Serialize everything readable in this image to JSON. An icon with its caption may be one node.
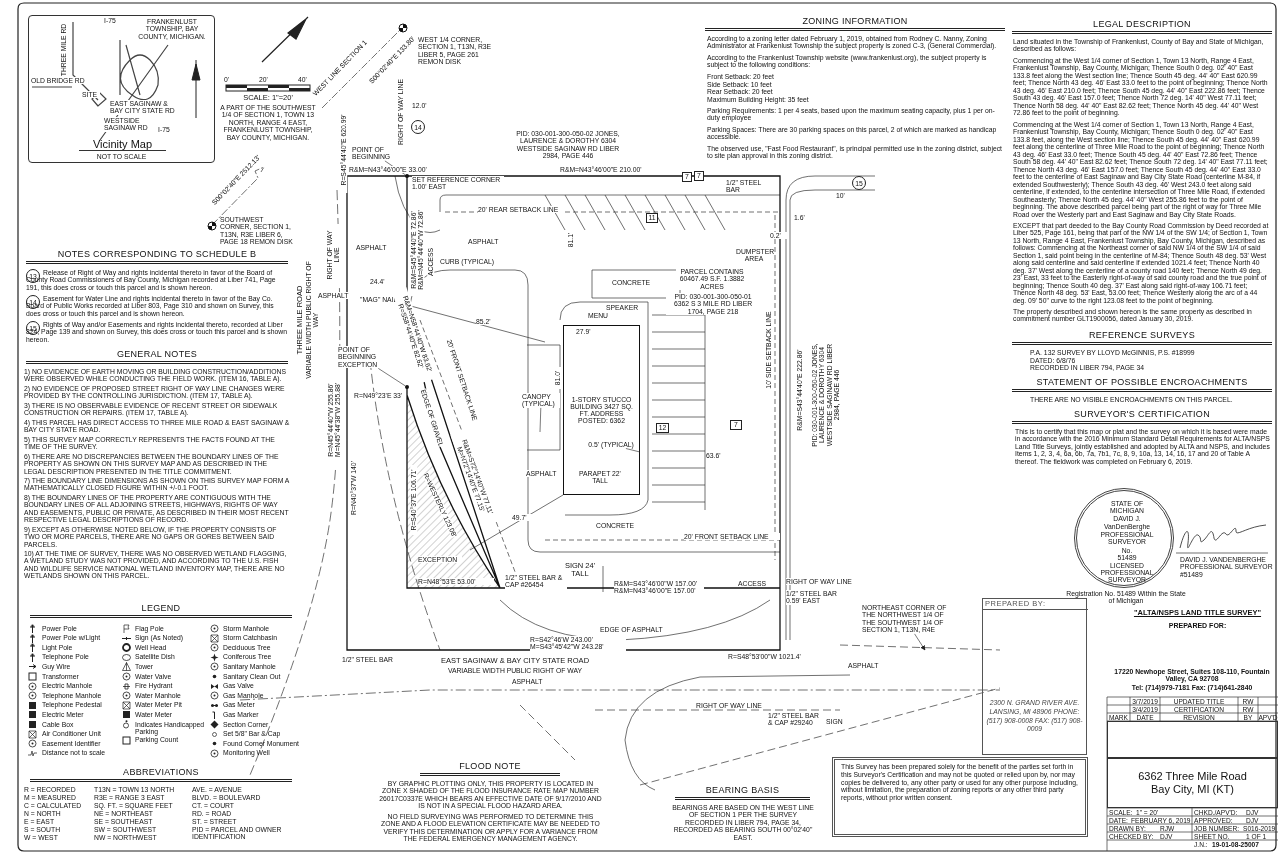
{
  "diagram": {
    "nodes": [
      {
        "text": [
          "Vicinity Map",
          "NOT TO SCALE"
        ]
      },
      {
        "text": [
          "13"
        ]
      },
      {
        "text": [
          "14"
        ]
      },
      {
        "text": [
          "15"
        ]
      },
      {
        "text": [
          "PREPARED BY:",
          "2300 N. GRAND RIVER AVE. LANSING, MI 48906 PHONE: (517) 908-0008 FAX: (517) 908-0009"
        ]
      },
      {
        "text": [
          "This Survey has been prepared solely for the benefit of the parties set forth in this Surveyor's Certification and may not be quoted or relied upon by, nor may copies be delivered to, any other party or used for any other purpose including, without limitation, the preparation of zoning reports or any other third party reports, without prior written consent."
        ]
      },
      {
        "text": [],
        "shape": "box"
      },
      {
        "text": [
          "6362 Three Mile Road Bay City, MI (KT)"
        ]
      },
      {
        "text": [
          "STATE OF MICHIGAN",
          "DAVID J.",
          "VanDenBerghe",
          "PROFESSIONAL SURVEYOR",
          "No.",
          "51489",
          "LICENSED PROFESSIONAL SURVEYOR"
        ]
      },
      {
        "text": [
          "1-STORY STUCCO BUILDING 3427 SQ. FT. ADDRESS POSTED: 6362"
        ]
      },
      {
        "text": [
          "11"
        ]
      },
      {
        "text": [
          "12"
        ]
      },
      {
        "text": [
          "7"
        ]
      },
      {
        "text": [
          "7"
        ]
      },
      {
        "text": [
          "7"
        ]
      },
      {
        "text": [
          "14"
        ]
      },
      {
        "text": [
          "15"
        ]
      },
      {
        "text": [
          "POINT OF BEGINNING"
        ]
      },
      {
        "text": [],
        "shape": "circle"
      },
      {
        "text": [
          "POINT OF BEGINNING EXCEPTION"
        ]
      },
      {
        "text": [],
        "shape": "circle"
      },
      {
        "text": [
          "0.5' (TYPICAL)"
        ],
        "in": 9
      },
      {
        "text": [
          "CANOPY (TYPICAL)"
        ]
      },
      {
        "text": [
          "NORTHEAST CORNER OF THE NORTHWEST 1/4 OF THE SOUTHWEST 1/4 OF SECTION 1, T13N, R4E"
        ]
      }
    ],
    "edges": [
      {
        "from": 17,
        "to": 18,
        "arrow": "none"
      },
      {
        "from": 19,
        "to": 20,
        "arrow": "none"
      },
      {
        "from": 21,
        "to": null,
        "arrow": "none"
      },
      {
        "from": 22,
        "to": null,
        "arrow": "none"
      },
      {
        "from": 23,
        "to": null,
        "arrow": "to"
      }
    ],
    "labels": [
      "FRANKENLUST TOWNSHIP, BAY COUNTY, MICHIGAN.",
      "I-75",
      "I-75",
      "THREE MILE RD",
      "OLD BRIDGE RD",
      "SITE",
      "EAST SAGINAW & BAY CITY STATE RD",
      "WESTSIDE SAGINAW RD",
      "0'",
      "20'",
      "40'",
      "SCALE: 1\"=20'",
      "A PART OF THE SOUTHWEST 1/4 OF SECTION 1, TOWN 13 NORTH, RANGE 4 EAST, FRANKENLUST TOWNSHIP, BAY COUNTY, MICHIGAN.",
      "NOTES CORRESPONDING TO SCHEDULE B",
      "Release of Right of Way and rights incidental thereto in favor of the Board of County Road Commissioners of Bay County, Michigan recorded at Liber 741, Page 191, this does cross or touch this parcel and is shown hereon.",
      "Easement for Water Line and rights incidental thereto in favor of the Bay Co. Board of Public Works recorded at Liber 803, Page 310 and shown on Survey, this does cross or touch this parcel and is shown hereon.",
      "Rights of Way and/or Easements and rights incidental thereto, recorded at Liber 824, Page 139 and shown on Survey, this does cross or touch this parcel and is shown hereon.",
      "GENERAL NOTES",
      "1) NO EVIDENCE OF EARTH MOVING OR BUILDING CONSTRUCTION/ADDITIONS WERE OBSERVED WHILE CONDUCTING THE FIELD WORK. (ITEM 16, TABLE A).",
      "2) NO EVIDENCE OF PROPOSED STREET RIGHT OF WAY LINE CHANGES WERE PROVIDED BY THE CONTROLLING JURISDICTION. (ITEM 17, TABLE A).",
      "3) THERE IS NO OBSERVABLE EVIDENCE OF RECENT STREET OR SIDEWALK CONSTRUCTION OR REPAIRS. (ITEM 17, TABLE A).",
      "4) THIS PARCEL HAS DIRECT ACCESS TO THREE MILE ROAD & EAST SAGINAW & BAY CITY STATE ROAD.",
      "5) THIS SURVEY MAP CORRECTLY REPRESENTS THE FACTS FOUND AT THE TIME OF THE SURVEY.",
      "6) THERE ARE NO DISCREPANCIES BETWEEN THE BOUNDARY LINES OF THE PROPERTY AS SHOWN ON THIS SURVEY MAP AND AS DESCRIBED IN THE LEGAL DESCRIPTION PRESENTED IN THE TITLE COMMITMENT.",
      "7) THE BOUNDARY LINE DIMENSIONS AS SHOWN ON THIS SURVEY MAP FORM A MATHEMATICALLY CLOSED FIGURE WITHIN +/-0.1 FOOT.",
      "8) THE BOUNDARY LINES OF THE PROPERTY ARE CONTIGUOUS WITH THE BOUNDARY LINES OF ALL ADJOINING STREETS, HIGHWAYS, RIGHTS OF WAY AND EASEMENTS, PUBLIC OR PRIVATE, AS DESCRIBED IN THEIR MOST RECENT RESPECTIVE LEGAL DESCRIPTIONS OF RECORD.",
      "9) EXCEPT AS OTHERWISE NOTED BELOW, IF THE PROPERTY CONSISTS OF TWO OR MORE PARCELS, THERE ARE NO GAPS OR GORES BETWEEN SAID PARCELS.",
      "10) AT THE TIME OF SURVEY, THERE WAS NO OBSERVED WETLAND FLAGGING, A WETLAND STUDY WAS NOT PROVIDED, AND ACCORDING TO THE U.S. FISH AND WILDLIFE SERVICE NATIONAL WETLAND INVENTORY MAP, THERE ARE NO WETLANDS SHOWN ON THIS PARCEL.",
      "LEGEND",
      "ABBREVIATIONS",
      "R = RECORDED",
      "T13N = TOWN 13 NORTH",
      "AVE. = AVENUE",
      "M = MEASURED",
      "R3E = RANGE 3 EAST",
      "BLVD. = BOULEVARD",
      "C = CALCULATED",
      "SQ. FT. = SQUARE FEET",
      "CT. = COURT",
      "N = NORTH",
      "NE = NORTHEAST",
      "RD. = ROAD",
      "E = EAST",
      "SE = SOUTHEAST",
      "ST. = STREET",
      "S = SOUTH",
      "SW = SOUTHWEST",
      "PID = PARCEL AND OWNER IDENTIFICATION",
      "W = WEST",
      "NW = NORTHWEST",
      "ZONING INFORMATION",
      "According to a zoning letter dated February 1, 2019, obtained from Rodney C. Nanny, Zoning Administrator at Frankenlust Township the subject property is zoned C-3, (General Commercial).",
      "According to the Frankenlust Township website (www.frankenlust.org), the subject property is subject to the following conditions:",
      "Front Setback: 20 feet",
      "Side Setback: 10 feet",
      "Rear Setback: 20 feet",
      "Maximum Building Height: 35 feet",
      "Parking Requirements: 1 per 4 seats, based upon the maximum seating capacity, plus 1 per on-duty employee",
      "Parking Spaces: There are 30 parking spaces on this parcel, 2 of which are marked as handicap accessible.",
      "The observed use, \"Fast Food Restaurant\", is principal permitted use in the zoning district, subject to site plan approval in this zoning district.",
      "LEGAL DESCRIPTION",
      "Land situated in the Township of Frankenlust, County of Bay and State of Michigan, described as follows:",
      "Commencing at the West 1/4 corner of Section 1, Town 13 North, Range 4 East, Frankenlust Township, Bay County, Michigan; Thence South 0 deg. 02' 40\" East 133.8 feet along the West section line; Thence South 45 deg. 44' 40\" East 620.99 feet; Thence North 43 deg. 46' East 33.0 feet to the point of beginning; Thence North 43 deg. 46' East 210.0 feet; Thence South 45 deg. 44' 40\" East 222.86 feet; Thence South 43 deg. 46' East 157.0 feet; Thence North 72 deg. 14' 40\" West 77.11 feet; Thence North 58 deg. 44' 40\" East 82.62 feet; Thence North 45 deg. 44' 40\" West 72.86 feet to the point of beginning.",
      "Commencing at the West 1/4 corner of Section 1, Town 13 North, Range 4 East, Frankenlust Township, Bay County, Michigan; Thence South 0 deg. 02' 40\" East 133.8 feet, along the West section line; Thence South 45 deg. 44' 40\" East 620.99 feet along the centerline of Three Mile Road to the point of beginning; Thence North 43 deg. 46' East 33.0 feet; Thence South 45 deg. 44' 40\" East 72.86 feet; Thence South 58 deg. 44' 40\" East 82.62 feet; Thence South 72 deg. 14' 40\" East 77.11 feet; Thence North 43 deg. 46' East 157.0 feet; Thence South 45 deg. 44' 40\" East 33.0 feet to the centerline of East Saginaw and Bay City State Road (centerline M-84, if extended Southwesterly); Thence South 43 deg. 46' West 243.0 feet along said centerline, if extended, to the centerline intersection of Three Mile Road, if extended Southeasterly; Thence North 45 deg. 44' 40\" West 255.86 feet to the point of beginning. The above described parcel being part of the right of way for Three Mile Road over the Westerly part and East Saginaw and Bay City State Roads.",
      "EXCEPT that part deeded to the Bay County Road Commission by Deed recorded at Liber 525, Page 161, being that part of the NW 1/4 of the SW 1/4; of Section 1, Town 13 North, Range 4 East, Frankenlust Township, Bay County, Michigan, described as follows: Commencing at the Northeast corner of said NW 1/4 of the SW 1/4 of said Section 1, said point being in the centerline of M-84; Thence South 48 deg. 53' West along said centerline and said centerline if extended 1021.4 feet; Thence North 40 deg. 37' West along the centerline of a county road 140 feet; Thence North 49 deg. 23' East, 33 feet to the Easterly right-of-way of said county road and the true point of beginning; Thence South 40 deg. 37' East along said right-of-way 106.71 feet; Thence North 48 deg. 53' East, 53.00 feet; Thence Westerly along the arc of a 44 deg. 09' 50\" curve to the right 123.08 feet to the point of beginning.",
      "The property described and shown hereon is the same property as described in commitment number GLT1900056, dated January 30, 2019.",
      "REFERENCE SURVEYS",
      "P.A. 132 SURVEY BY LLOYD McGINNIS, P.S. #18999",
      "DATED: 6/8/76",
      "RECORDED IN LIBER 794, PAGE 34",
      "STATEMENT OF POSSIBLE ENCROACHMENTS",
      "THERE ARE NO VISIBLE ENCROACHMENTS ON THIS PARCEL.",
      "SURVEYOR'S CERTIFICATION",
      "This is to certify that this map or plat and the survey on which it is based were made in accordance with the 2016 Minimum Standard Detail Requirements for ALTA/NSPS Land Title Surveys, jointly established and adopted by ALTA and NSPS, and includes Items 1, 2, 3, 4, 6a, 6b, 7a, 7b1, 7c, 8, 9, 10a, 13, 14, 16, 17 and 20 of Table A thereof. The fieldwork was completed on February 6, 2019.",
      "DAVID J. VANDENBERGHE PROFESSIONAL SURVEYOR #51489",
      "Registration No. 51489 Within the State of Michigan",
      "\"ALTA/NSPS LAND TITLE SURVEY\"",
      "PREPARED FOR:",
      "17220 Newhope Street, Suites 108-110, Fountain Valley, CA 92708",
      "Tel: (714)979-7181 Fax: (714)641-2840",
      "3/7/2019",
      "UPDATED TITLE",
      "RW",
      "3/4/2019",
      "CERTIFICATION",
      "RW",
      "MARK",
      "DATE",
      "REVISION",
      "BY",
      "APV'D",
      "SCALE:",
      "1\" = 20'",
      "CHKD./APV'D:",
      "DJV",
      "DATE:",
      "FEBRUARY 6, 2019",
      "APPROVED:",
      "DJV",
      "DRAWN BY:",
      "RJW",
      "JOB NUMBER:",
      "S016-2019",
      "CHECKED BY:",
      "DJV",
      "SHEET NO.",
      "1 OF 1",
      "J.N.:",
      "19-01-08-25007",
      "FLOOD NOTE",
      "BY GRAPHIC PLOTTING ONLY, THIS PROPERTY IS LOCATED IN ZONE X SHADED OF THE FLOOD INSURANCE RATE MAP NUMBER 26017C0337E WHICH BEARS AN EFFECTIVE DATE OF 9/17/2010 AND IS NOT IN A SPECIAL FLOOD HAZARD AREA.",
      "NO FIELD SURVEYING WAS PERFORMED TO DETERMINE THIS ZONE AND A FLOOD ELEVATION CERTIFICATE MAY BE NEEDED TO VERIFY THIS DETERMINATION OR APPLY FOR A VARIANCE FROM THE FEDERAL EMERGENCY MANAGEMENT AGENCY.",
      "BEARING BASIS",
      "BEARINGS ARE BASED ON THE WEST LINE OF SECTION 1 PER THE SURVEY RECORDED IN LIBER 794, PAGE 34, RECORDED AS BEARING SOUTH 00°02'40\" EAST.",
      "WEST 1/4 CORNER, SECTION 1, T13N, R3E LIBER 5, PAGE 261 REMON DISK",
      "SOUTHWEST CORNER, SECTION 1, T13N, R3E LIBER 6, PAGE 18 REMON DISK",
      "WEST LINE SECTION 1",
      "S00°02'40\"E 133.80'",
      "S00°02'40\"E 2512.13'",
      "R=S45°44'40\"E 620.99'",
      "RIGHT OF WAY LINE",
      "12.0'",
      "PID: 030-001-300-050-02 JONES, LAURENCE & DOROTHY 6304 WESTSIDE SAGINAW RD LIBER 2984, PAGE 446",
      "R&M=N43°46'00\"E 33.00'",
      "SET REFERENCE CORNER 1.00' EAST",
      "R&M=N43°46'00\"E 210.00'",
      "1/2\" STEEL BAR",
      "20' REAR SETBACK LINE",
      "ASPHALT",
      "ASPHALT",
      "R&M=S45°44'40\"E 72.86' R&M=N45°44'40\"W 72.86'",
      "ACCESS",
      "24.4'",
      "CURB (TYPICAL)",
      "\"MAG\" NAIL",
      "85.2'",
      "CONCRETE",
      "SPEAKER",
      "MENU",
      "27.9'",
      "81.1'",
      "PARCEL CONTAINS 60467.49 S.F. 1.3882 ACRES",
      "PID: 030-001-300-050-01 6362 S 3 MILE RD LIBER 1704, PAGE 218",
      "DUMPSTER AREA",
      "10' SIDE SETBACK LINE",
      "0.2'",
      "1.6'",
      "10'",
      "R=N45°44'40\"W 255.86' M=N45°44'38\"W 255.88'",
      "R=N40°37'W 140'",
      "R=N49°23'E 33'",
      "R&M=N58°44'40\"W 83.62' R=S58°44'40\"E 82.62'",
      "R=S40°37'E 106.71'",
      "EDGE OF GRAVEL",
      "R=WESTERLY 123.08'",
      "R&M=S72°14'40\"W 77.11' M=N72°14'40\"E 77.15'",
      "20' FRONT SETBACK LINE",
      "R&M=S43°44'40\"E 222.86'",
      "PID: 030-001-300-050-02 JONES, LAURENCE & DOROTHY 6304 WESTSIDE SAGINAW RD LIBER 2984, PAGE 446",
      "EXCEPTION",
      "49.7'",
      "ASPHALT",
      "81.0'",
      "PARAPET 22' TALL",
      "CONCRETE",
      "63.6'",
      "20' FRONT SETBACK LINE",
      "SIGN 24' TALL",
      "1/2\" STEEL BAR & CAP #26454",
      "R=N48°53'E 53.00'",
      "R&M=S43°46'00\"W 157.00' R&M=N43°46'00\"E 157.00'",
      "ACCESS",
      "RIGHT OF WAY LINE",
      "1/2\" STEEL BAR 0.59' EAST",
      "EDGE OF ASPHALT",
      "R=S42°46'W 243.00' M=S43°45'42\"W 243.28'",
      "R=S48°53'00\"W 1021.4'",
      "1/2\" STEEL BAR",
      "EAST SAGINAW & BAY CITY STATE ROAD",
      "VARIABLE WIDTH PUBLIC RIGHT OF WAY",
      "ASPHALT",
      "ASPHALT",
      "RIGHT OF WAY LINE",
      "1/2\" STEEL BAR & CAP #29240",
      "SIGN",
      "THREE MILE ROAD",
      "VARIABLE WIDTH PUBLIC RIGHT OF WAY",
      "RIGHT OF WAY LINE",
      "ASPHALT"
    ],
    "legend": [
      {
        "text": "Power Pole"
      },
      {
        "text": "Power Pole w/Light"
      },
      {
        "text": "Light Pole"
      },
      {
        "text": "Telephone Pole"
      },
      {
        "text": "Guy Wire"
      },
      {
        "text": "Transformer"
      },
      {
        "text": "Electric Manhole"
      },
      {
        "text": "Telephone Manhole"
      },
      {
        "text": "Telephone Pedestal"
      },
      {
        "text": "Electric Meter"
      },
      {
        "text": "Cable Box"
      },
      {
        "text": "Air Conditioner Unit"
      },
      {
        "text": "Easement Identifier"
      },
      {
        "text": "Distance not to scale"
      },
      {
        "text": "Flag Pole"
      },
      {
        "text": "Sign (As Noted)"
      },
      {
        "text": "Well Head"
      },
      {
        "text": "Satellite Dish"
      },
      {
        "text": "Tower"
      },
      {
        "text": "Water Valve"
      },
      {
        "text": "Fire Hydrant"
      },
      {
        "text": "Water Manhole"
      },
      {
        "text": "Water Meter Pit"
      },
      {
        "text": "Water Meter"
      },
      {
        "text": "Indicates Handicapped Parking"
      },
      {
        "text": "Parking Count"
      },
      {
        "text": "Storm Manhole"
      },
      {
        "text": "Storm Catchbasin"
      },
      {
        "text": "Deciduous Tree"
      },
      {
        "text": "Coniferous Tree"
      },
      {
        "text": "Sanitary Manhole"
      },
      {
        "text": "Sanitary Clean Out"
      },
      {
        "text": "Gas Valve"
      },
      {
        "text": "Gas Manhole"
      },
      {
        "text": "Gas Meter"
      },
      {
        "text": "Gas Marker"
      },
      {
        "text": "Section Corner"
      },
      {
        "text": "Set 5/8\" Bar & Cap"
      },
      {
        "text": "Found Corner Monument"
      },
      {
        "text": "Monitoring Well"
      }
    ]
  }
}
